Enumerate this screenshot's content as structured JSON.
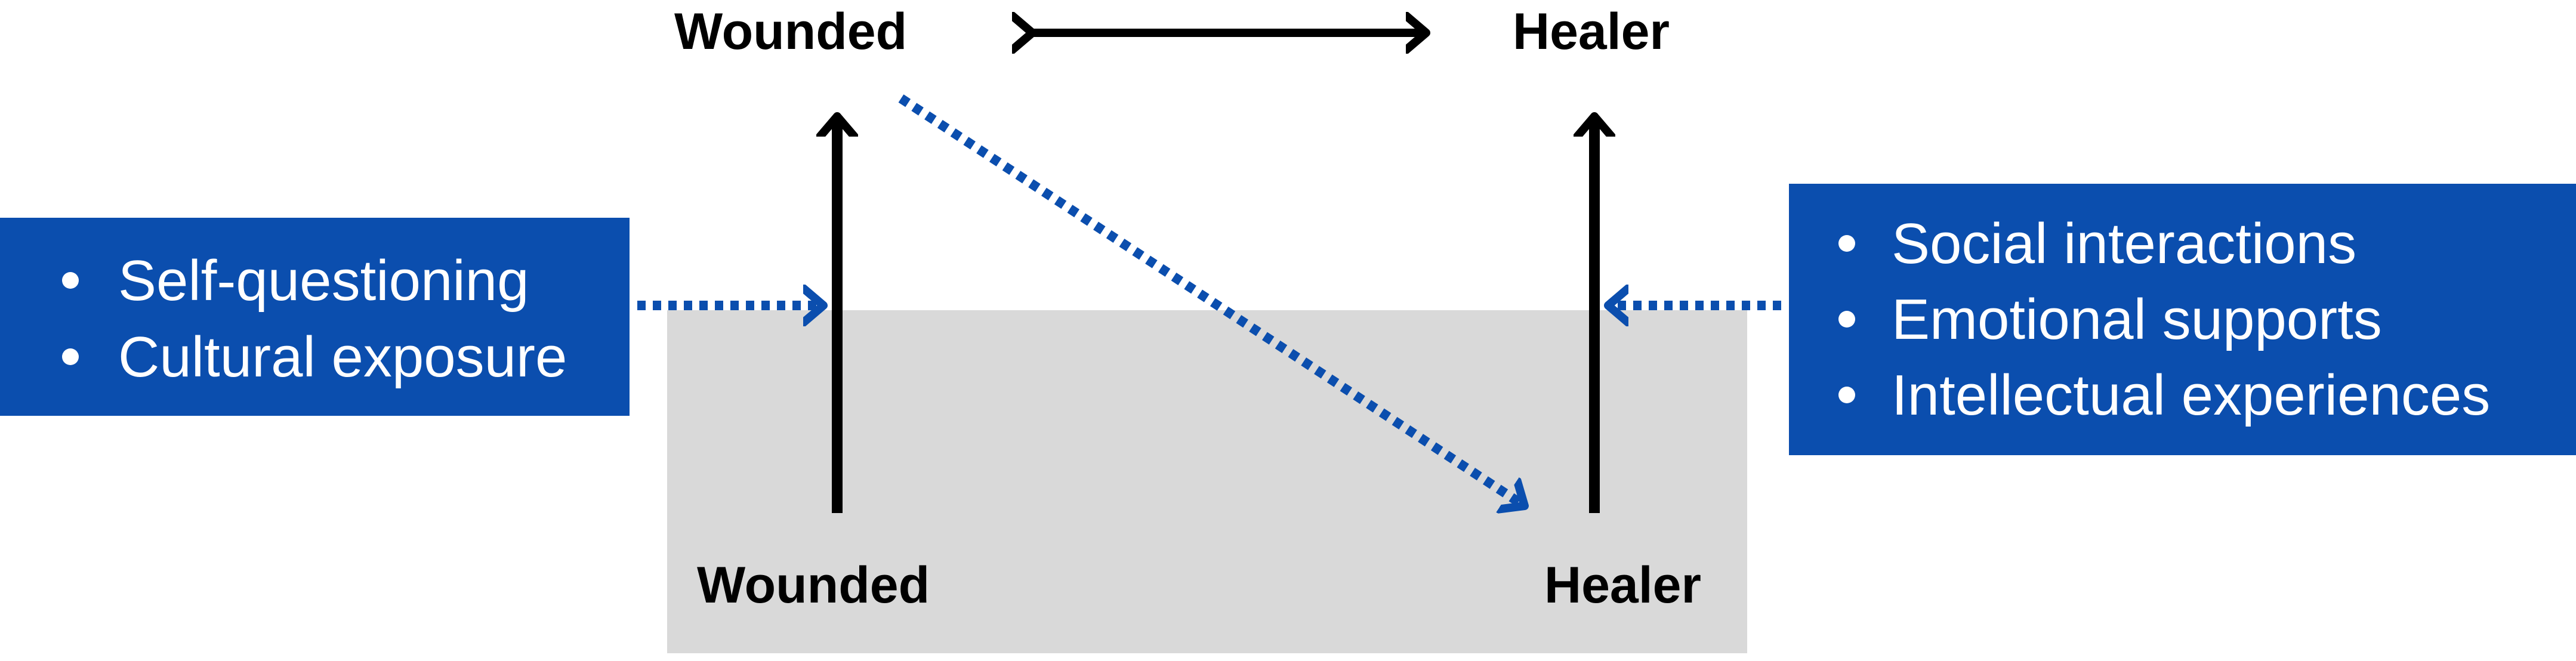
{
  "colors": {
    "box_fill": "#0b4eae",
    "dotted_arrow": "#0b4eae",
    "shaded_region": "#d9d9d9",
    "solid_arrow": "#000000",
    "box_text": "#ffffff",
    "label_text": "#000000"
  },
  "top_labels": {
    "left": "Wounded",
    "right": "Healer"
  },
  "bottom_labels": {
    "left": "Wounded",
    "right": "Healer"
  },
  "left_box": {
    "items": [
      "Self-questioning",
      "Cultural exposure"
    ]
  },
  "right_box": {
    "items": [
      "Social interactions",
      "Emotional supports",
      "Intellectual experiences"
    ]
  }
}
